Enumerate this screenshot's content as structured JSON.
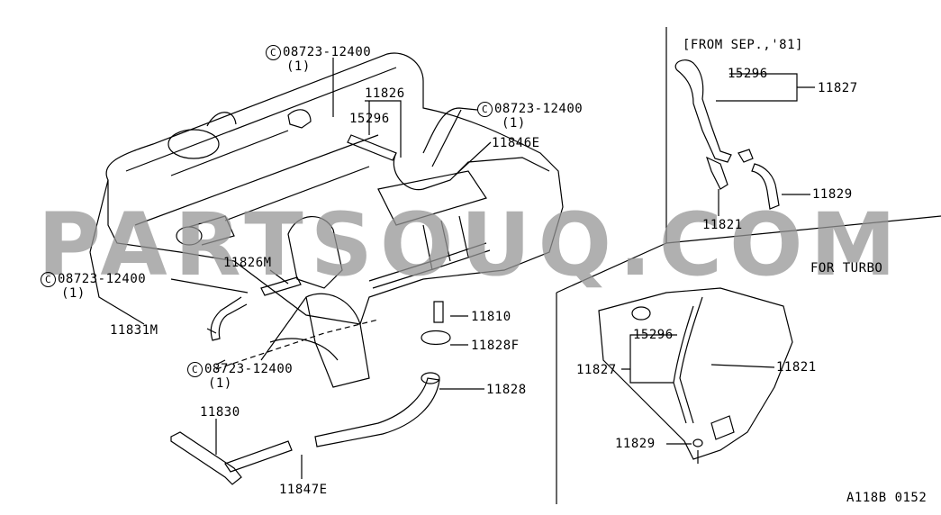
{
  "diagram": {
    "main_labels": {
      "clamp_part": "08723-12400",
      "clamp_symbol": "C",
      "clamp_qty": "(1)",
      "p11826": "11826",
      "p15296": "15296",
      "p11846E": "11846E",
      "p11826M": "11826M",
      "p11831M": "11831M",
      "p11810": "11810",
      "p11828F": "11828F",
      "p11828": "11828",
      "p11830": "11830",
      "p11847E": "11847E"
    },
    "inset_sep81": {
      "title": "[FROM SEP.,'81]",
      "p15296": "15296",
      "p11827": "11827",
      "p11829": "11829",
      "p11821": "11821"
    },
    "inset_turbo": {
      "title": "FOR TURBO",
      "p15296": "15296",
      "p11827": "11827",
      "p11821": "11821",
      "p11829": "11829"
    },
    "figure_code": "A118B 0152",
    "watermark": "PARTSOUQ.COM"
  }
}
